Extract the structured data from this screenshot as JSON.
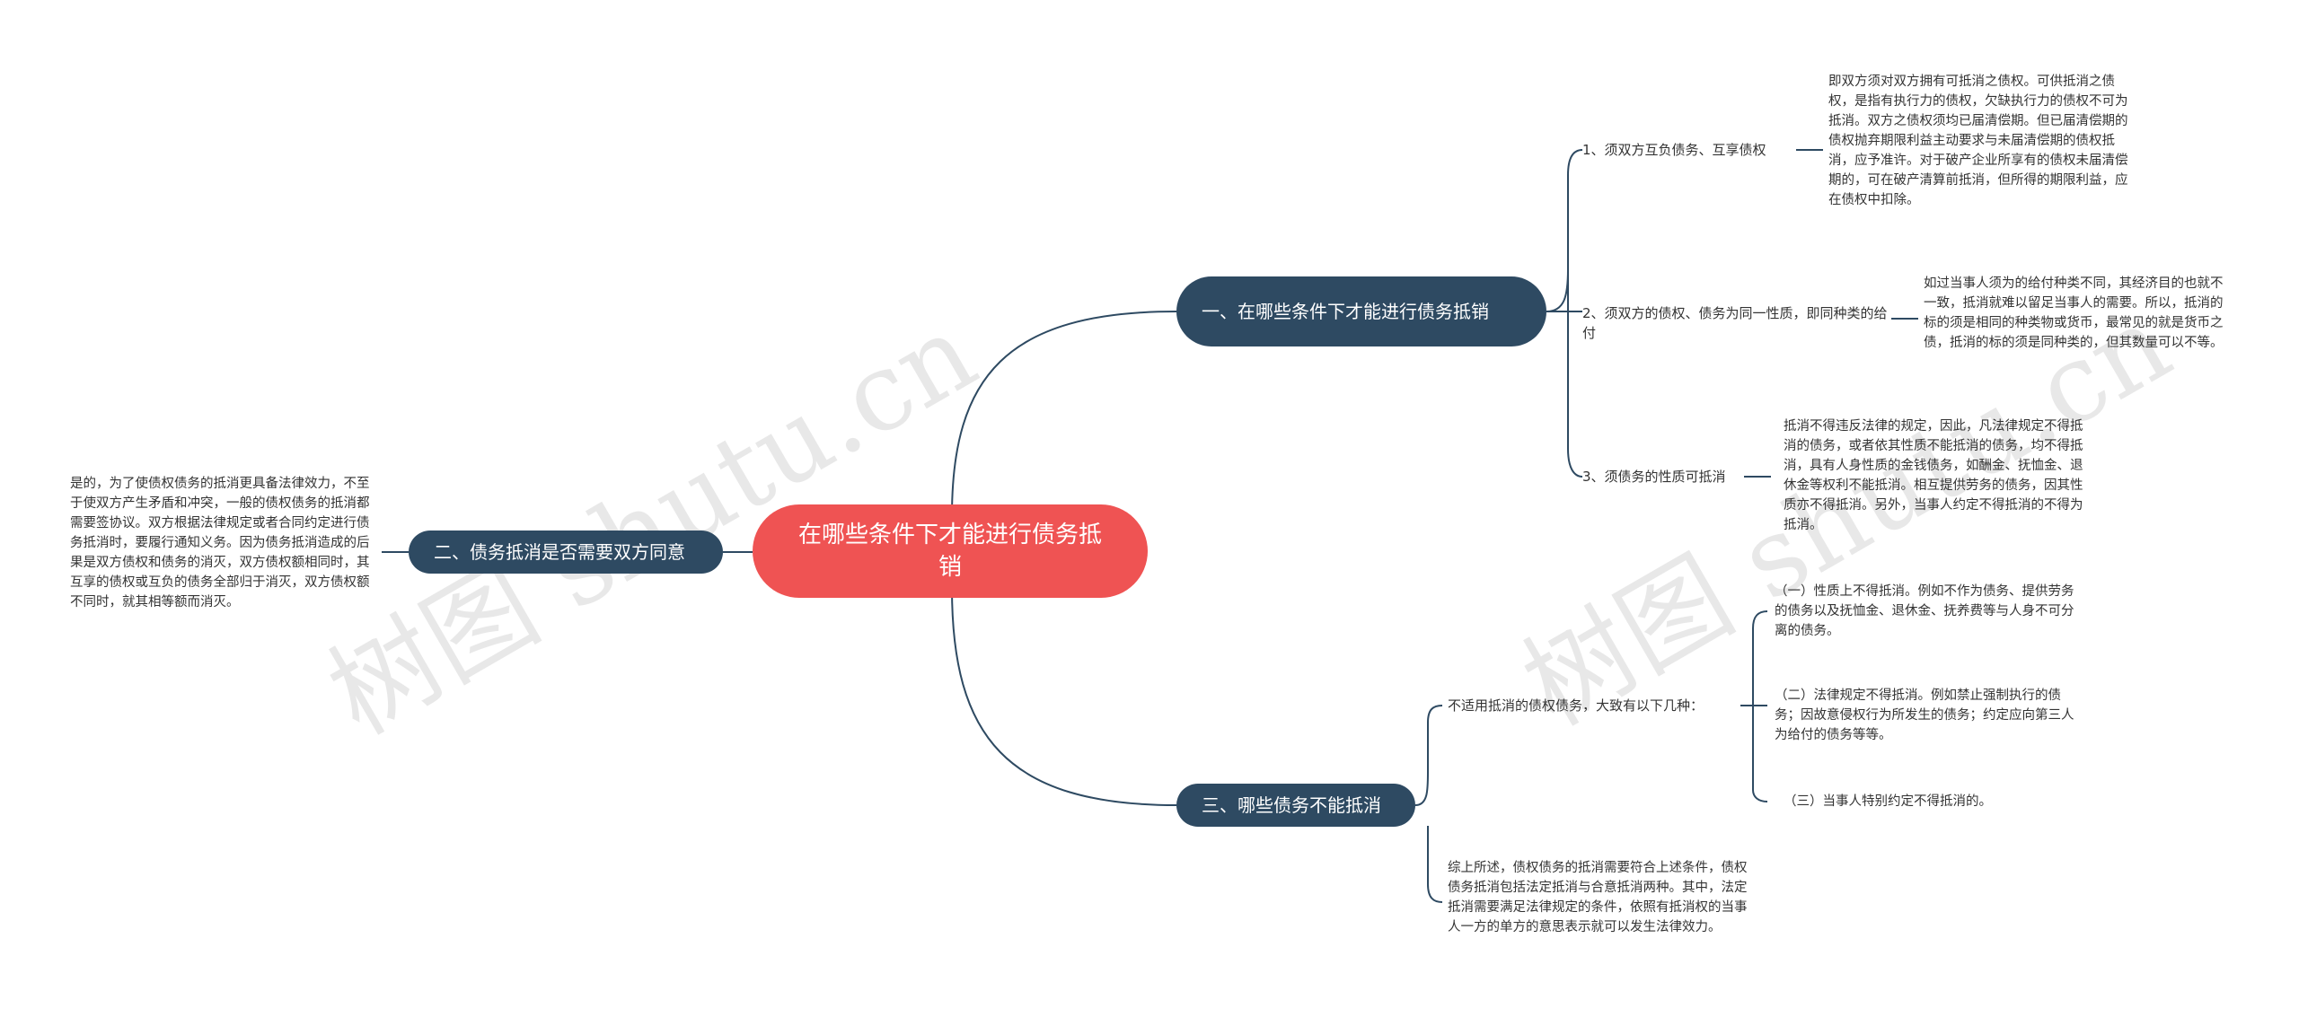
{
  "root": {
    "label": "在哪些条件下才能进行债务抵销"
  },
  "watermarks": [
    "树图 shutu.cn",
    "树图 shutu.cn"
  ],
  "topic1": {
    "label": "一、在哪些条件下才能进行债务抵销",
    "items": [
      {
        "label": "1、须双方互负债务、互享债权",
        "detail": "即双方须对双方拥有可抵消之债权。可供抵消之债权，是指有执行力的债权，欠缺执行力的债权不可为抵消。双方之债权须均已届清偿期。但已届清偿期的债权抛弃期限利益主动要求与未届清偿期的债权抵消，应予准许。对于破产企业所享有的债权未届清偿期的，可在破产清算前抵消，但所得的期限利益，应在债权中扣除。"
      },
      {
        "label": "2、须双方的债权、债务为同一性质，即同种类的给付",
        "detail": "如过当事人须为的给付种类不同，其经济目的也就不一致，抵消就难以留足当事人的需要。所以，抵消的标的须是相同的种类物或货币，最常见的就是货币之债，抵消的标的须是同种类的，但其数量可以不等。"
      },
      {
        "label": "3、须债务的性质可抵消",
        "detail": "抵消不得违反法律的规定，因此，凡法律规定不得抵消的债务，或者依其性质不能抵消的债务，均不得抵消，具有人身性质的金钱债务，如酬金、抚恤金、退休金等权利不能抵消。相互提供劳务的债务，因其性质亦不得抵消。另外，当事人约定不得抵消的不得为抵消。"
      }
    ]
  },
  "topic2": {
    "label": "二、债务抵消是否需要双方同意",
    "detail": "是的，为了使债权债务的抵消更具备法律效力，不至于使双方产生矛盾和冲突，一般的债权债务的抵消都需要签协议。双方根据法律规定或者合同约定进行债务抵消时，要履行通知义务。因为债务抵消造成的后果是双方债权和债务的消灭，双方债权额相同时，其互享的债权或互负的债务全部归于消灭，双方债权额不同时，就其相等额而消灭。"
  },
  "topic3": {
    "label": "三、哪些债务不能抵消",
    "sub": {
      "label": "不适用抵消的债权债务，大致有以下几种：",
      "items": [
        "（一）性质上不得抵消。例如不作为债务、提供劳务的债务以及抚恤金、退休金、抚养费等与人身不可分离的债务。",
        "（二）法律规定不得抵消。例如禁止强制执行的债务；因故意侵权行为所发生的债务；约定应向第三人为给付的债务等等。",
        "（三）当事人特别约定不得抵消的。"
      ]
    },
    "summary": "综上所述，债权债务的抵消需要符合上述条件，债权债务抵消包括法定抵消与合意抵消两种。其中，法定抵消需要满足法律规定的条件，依照有抵消权的当事人一方的单方的意思表示就可以发生法律效力。"
  }
}
